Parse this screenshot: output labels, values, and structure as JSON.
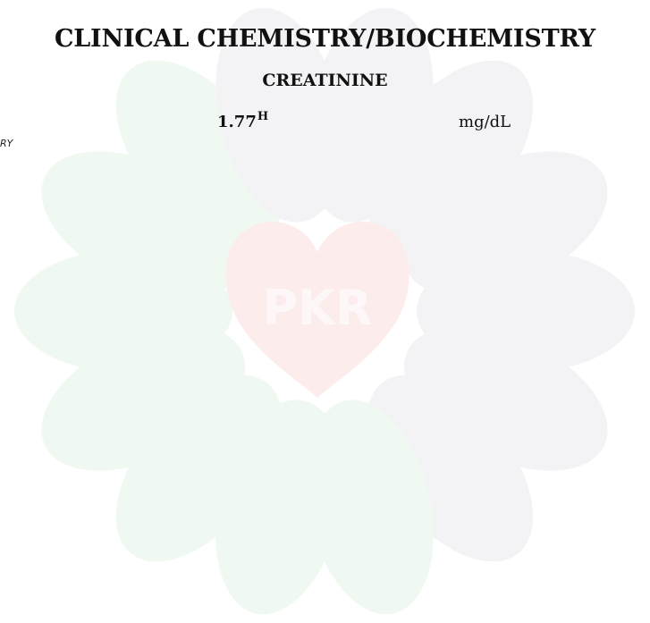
{
  "report": {
    "section_title": "CLINICAL CHEMISTRY/BIOCHEMISTRY",
    "side_fragment": "RY"
  },
  "test": {
    "name": "CREATININE",
    "value": "1.77",
    "flag": "H",
    "unit": "mg/dL"
  },
  "watermark": {
    "text": "PKR",
    "colors": {
      "green_petal": "#f0f8f2",
      "grey_petal": "#f3f3f6",
      "heart": "#fdecec",
      "heart_text": "#fdf7f7"
    }
  }
}
